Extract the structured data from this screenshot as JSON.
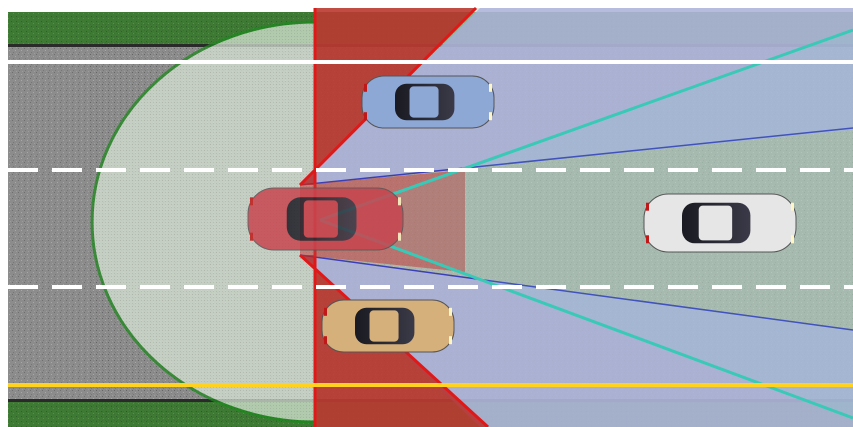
{
  "scene": {
    "road_color": "#8c8c8c",
    "grass_color": "#3f7a35",
    "lane_marking_color": "#ffffff",
    "edge_line_color": "#ffd21f",
    "long_range_zone_color": "#c9d8c3",
    "radar_zone_color": "#aab0dc",
    "blind_spot_zone_color": "#b8241d",
    "mid_range_outline_color": "#1f8a1f",
    "camera_beam_color": "#39c9b7",
    "radar_outline_color": "#3a3fb8"
  },
  "vehicles": [
    {
      "name": "ego-vehicle-red",
      "body_color": "#c8454f",
      "icon": "car-icon"
    },
    {
      "name": "vehicle-blue-upper-lane",
      "body_color": "#8ea8d6",
      "icon": "car-icon"
    },
    {
      "name": "vehicle-tan-lower-lane",
      "body_color": "#d6b07a",
      "icon": "car-icon"
    },
    {
      "name": "vehicle-white-ahead",
      "body_color": "#e6e6e6",
      "icon": "car-icon"
    }
  ]
}
